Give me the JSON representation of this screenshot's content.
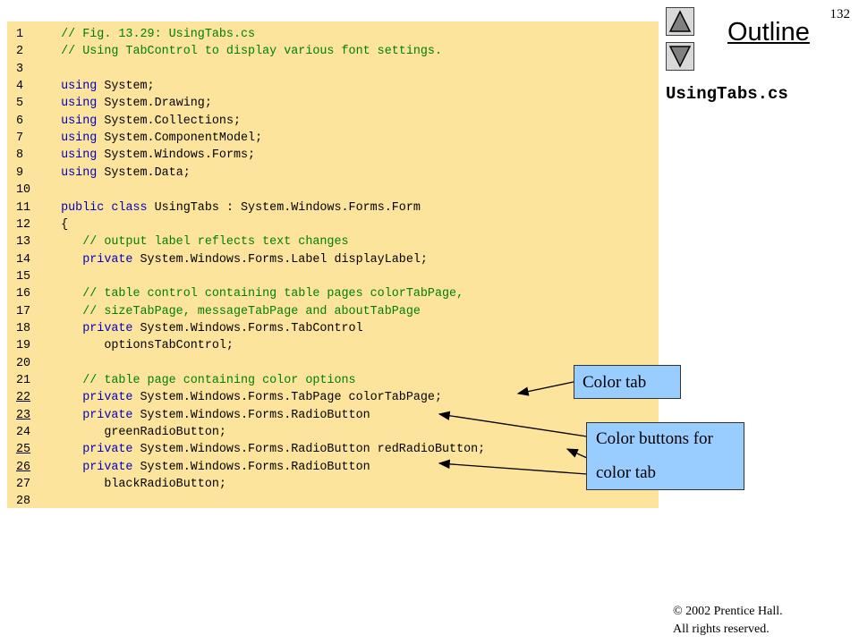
{
  "page_number": "132",
  "outline": {
    "title": "Outline",
    "file_name": "UsingTabs.cs"
  },
  "nav": {
    "up_icon": "triangle-up-icon",
    "down_icon": "triangle-down-icon"
  },
  "code_lines": [
    {
      "no": "1",
      "underlined": false,
      "segments": [
        {
          "t": "   "
        },
        {
          "t": "// Fig. 13.29: UsingTabs.cs",
          "c": "cm"
        }
      ]
    },
    {
      "no": "2",
      "underlined": false,
      "segments": [
        {
          "t": "   "
        },
        {
          "t": "// Using TabControl to display various font settings.",
          "c": "cm"
        }
      ]
    },
    {
      "no": "3",
      "underlined": false,
      "segments": []
    },
    {
      "no": "4",
      "underlined": false,
      "segments": [
        {
          "t": "   "
        },
        {
          "t": "using",
          "c": "kw"
        },
        {
          "t": " System;"
        }
      ]
    },
    {
      "no": "5",
      "underlined": false,
      "segments": [
        {
          "t": "   "
        },
        {
          "t": "using",
          "c": "kw"
        },
        {
          "t": " System.Drawing;"
        }
      ]
    },
    {
      "no": "6",
      "underlined": false,
      "segments": [
        {
          "t": "   "
        },
        {
          "t": "using",
          "c": "kw"
        },
        {
          "t": " System.Collections;"
        }
      ]
    },
    {
      "no": "7",
      "underlined": false,
      "segments": [
        {
          "t": "   "
        },
        {
          "t": "using",
          "c": "kw"
        },
        {
          "t": " System.ComponentModel;"
        }
      ]
    },
    {
      "no": "8",
      "underlined": false,
      "segments": [
        {
          "t": "   "
        },
        {
          "t": "using",
          "c": "kw"
        },
        {
          "t": " System.Windows.Forms;"
        }
      ]
    },
    {
      "no": "9",
      "underlined": false,
      "segments": [
        {
          "t": "   "
        },
        {
          "t": "using",
          "c": "kw"
        },
        {
          "t": " System.Data;"
        }
      ]
    },
    {
      "no": "10",
      "underlined": false,
      "segments": []
    },
    {
      "no": "11",
      "underlined": false,
      "segments": [
        {
          "t": "   "
        },
        {
          "t": "public",
          "c": "kw"
        },
        {
          "t": " "
        },
        {
          "t": "class",
          "c": "kw"
        },
        {
          "t": " UsingTabs : System.Windows.Forms.Form"
        }
      ]
    },
    {
      "no": "12",
      "underlined": false,
      "segments": [
        {
          "t": "   {"
        }
      ]
    },
    {
      "no": "13",
      "underlined": false,
      "segments": [
        {
          "t": "      "
        },
        {
          "t": "// output label reflects text changes",
          "c": "cm"
        }
      ]
    },
    {
      "no": "14",
      "underlined": false,
      "segments": [
        {
          "t": "      "
        },
        {
          "t": "private",
          "c": "kw"
        },
        {
          "t": " System.Windows.Forms.Label displayLabel;"
        }
      ]
    },
    {
      "no": "15",
      "underlined": false,
      "segments": []
    },
    {
      "no": "16",
      "underlined": false,
      "segments": [
        {
          "t": "      "
        },
        {
          "t": "// table control containing table pages colorTabPage,",
          "c": "cm"
        }
      ]
    },
    {
      "no": "17",
      "underlined": false,
      "segments": [
        {
          "t": "      "
        },
        {
          "t": "// sizeTabPage, messageTabPage and aboutTabPage",
          "c": "cm"
        }
      ]
    },
    {
      "no": "18",
      "underlined": false,
      "segments": [
        {
          "t": "      "
        },
        {
          "t": "private",
          "c": "kw"
        },
        {
          "t": " System.Windows.Forms.TabControl"
        }
      ]
    },
    {
      "no": "19",
      "underlined": false,
      "segments": [
        {
          "t": "         optionsTabControl;"
        }
      ]
    },
    {
      "no": "20",
      "underlined": false,
      "segments": []
    },
    {
      "no": "21",
      "underlined": false,
      "segments": [
        {
          "t": "      "
        },
        {
          "t": "// table page containing color options",
          "c": "cm"
        }
      ]
    },
    {
      "no": "22",
      "underlined": true,
      "segments": [
        {
          "t": "      "
        },
        {
          "t": "private",
          "c": "kw"
        },
        {
          "t": " System.Windows.Forms.TabPage colorTabPage;"
        }
      ]
    },
    {
      "no": "23",
      "underlined": true,
      "segments": [
        {
          "t": "      "
        },
        {
          "t": "private",
          "c": "kw"
        },
        {
          "t": " System.Windows.Forms.RadioButton"
        }
      ]
    },
    {
      "no": "24",
      "underlined": false,
      "segments": [
        {
          "t": "         greenRadioButton;"
        }
      ]
    },
    {
      "no": "25",
      "underlined": true,
      "segments": [
        {
          "t": "      "
        },
        {
          "t": "private",
          "c": "kw"
        },
        {
          "t": " System.Windows.Forms.RadioButton redRadioButton;"
        }
      ]
    },
    {
      "no": "26",
      "underlined": true,
      "segments": [
        {
          "t": "      "
        },
        {
          "t": "private",
          "c": "kw"
        },
        {
          "t": " System.Windows.Forms.RadioButton"
        }
      ]
    },
    {
      "no": "27",
      "underlined": false,
      "segments": [
        {
          "t": "         blackRadioButton;"
        }
      ]
    },
    {
      "no": "28",
      "underlined": false,
      "segments": []
    }
  ],
  "callouts": {
    "color_tab": "Color tab",
    "color_buttons_line1": "Color buttons for",
    "color_buttons_line2": "color tab"
  },
  "copyright": {
    "line1": "© 2002 Prentice Hall.",
    "line2": "All rights reserved."
  },
  "colors": {
    "code_bg": "#fde49c",
    "keyword": "#0000c0",
    "comment": "#008000",
    "callout_bg": "#99ccff"
  }
}
